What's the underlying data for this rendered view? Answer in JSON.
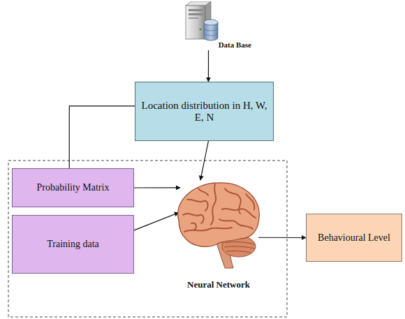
{
  "diagram": {
    "nodes": [
      {
        "text": [
          "Data Base"
        ]
      },
      {
        "text": [
          "Location distribution in H, W, E, N"
        ]
      },
      {
        "text": [
          "Probability Matrix"
        ]
      },
      {
        "text": [
          "Training data"
        ]
      },
      {
        "text": [
          "Neural Network"
        ]
      },
      {
        "text": [
          "Behavioural Level"
        ]
      }
    ],
    "edges": [
      {
        "from": 0,
        "to": 1,
        "arrow": "to"
      },
      {
        "from": 1,
        "to": 2,
        "arrow": "none"
      },
      {
        "from": 1,
        "to": 4,
        "arrow": "to"
      },
      {
        "from": 2,
        "to": 4,
        "arrow": "to"
      },
      {
        "from": 3,
        "to": 4,
        "arrow": "to"
      },
      {
        "from": 4,
        "to": 5,
        "arrow": "to"
      }
    ]
  }
}
